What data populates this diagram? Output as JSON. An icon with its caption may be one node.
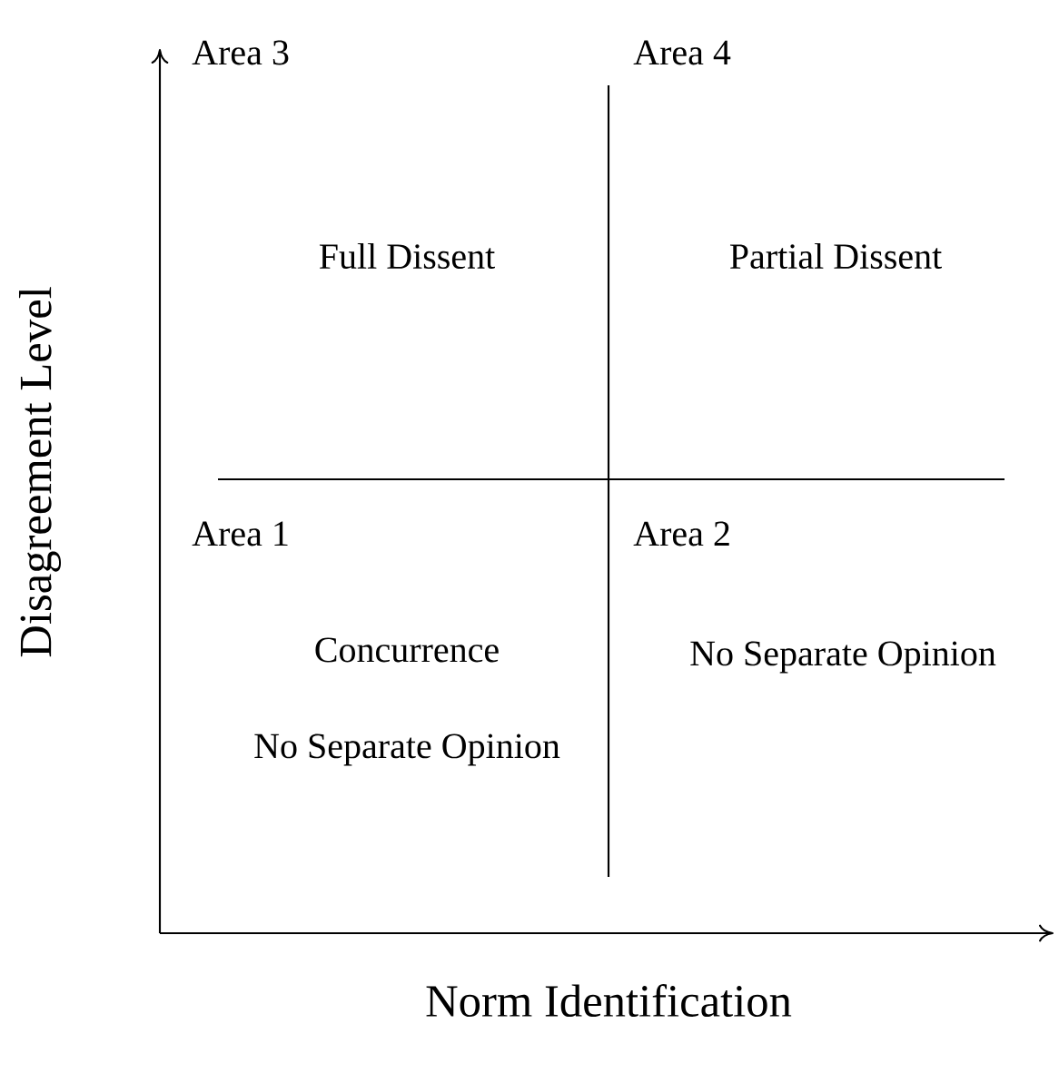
{
  "diagram": {
    "labels": [
      "Area 3",
      "Area 4",
      "Full Dissent",
      "Partial Dissent",
      "Disagreement Level",
      "Area 1",
      "Area 2",
      "Concurrence",
      "No Separate Opinion",
      "No Separate Opinion",
      "Norm Identification"
    ]
  }
}
